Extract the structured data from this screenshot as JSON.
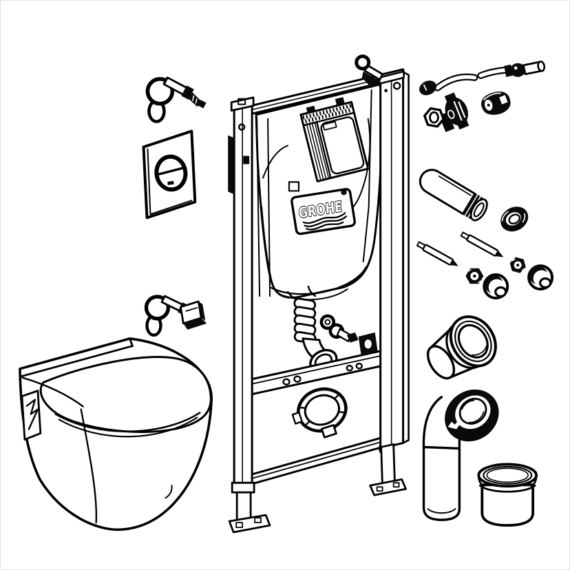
{
  "illustration": {
    "title": "Exploded parts diagram of a wall-hung toilet installation set",
    "brand_logo_text": "GROHE",
    "background_color": "#ffffff",
    "line_color": "#000000",
    "parts": {
      "anchor_top": "wall anchor bolt",
      "flush_plate": "flush actuation plate with oval button",
      "anchor_mid": "wall anchor bolt with bracket",
      "toilet": "wall-hung toilet with closed seat",
      "frame": "installation frame",
      "cistern": "concealed cistern",
      "inspection_shaft": "inspection shaft box",
      "logo_label": "GROHE logo label",
      "flush_bend": "flush bend with bellows",
      "pipe_holder": "drain pipe holder ring",
      "connection_set": "connection fitting set",
      "feet": "adjustable frame feet",
      "supply_hose": "flexible water supply hose",
      "angle_valve": "angle valve",
      "nipple": "connection nipple",
      "flush_pipe": "flush pipe section",
      "seal_ring": "seal ring",
      "threaded_rods": "threaded fixing rods",
      "hex_nuts": "hex nuts",
      "dome_caps": "cover caps",
      "sleeve_gasket": "drain sleeve gasket",
      "drain_elbow": "drain elbow pipe",
      "lubricant_pot": "lubricant pot"
    }
  }
}
